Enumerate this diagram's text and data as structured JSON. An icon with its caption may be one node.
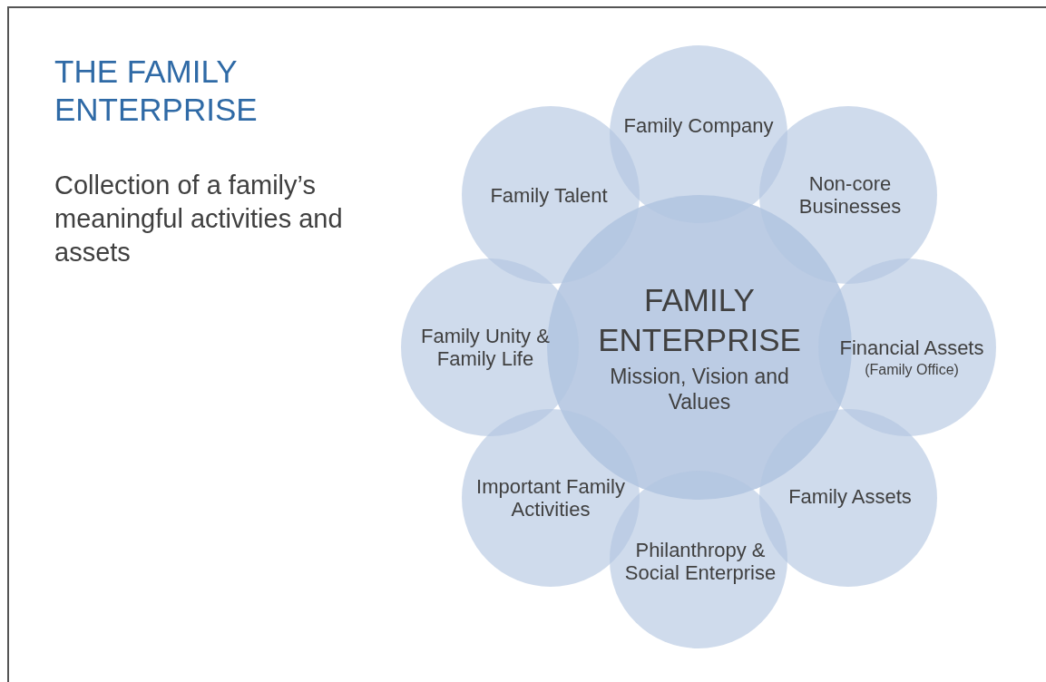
{
  "diagram": {
    "title": "THE FAMILY ENTERPRISE",
    "nodes": [
      {
        "text": [
          "FAMILY ENTERPRISE",
          "Mission, Vision and Values"
        ]
      },
      {
        "text": [
          "Family Company"
        ]
      },
      {
        "text": [
          "Non-core Businesses"
        ]
      },
      {
        "text": [
          "Family Talent"
        ]
      },
      {
        "text": [
          "Family Unity & Family Life"
        ]
      },
      {
        "text": [
          "Financial Assets",
          "(Family Office)"
        ]
      },
      {
        "text": [
          "Important Family Activities"
        ]
      },
      {
        "text": [
          "Family Assets"
        ]
      },
      {
        "text": [
          "Philanthropy & Social Enterprise"
        ]
      }
    ],
    "labels": [
      "Collection of a family’s meaningful activities and assets"
    ]
  }
}
